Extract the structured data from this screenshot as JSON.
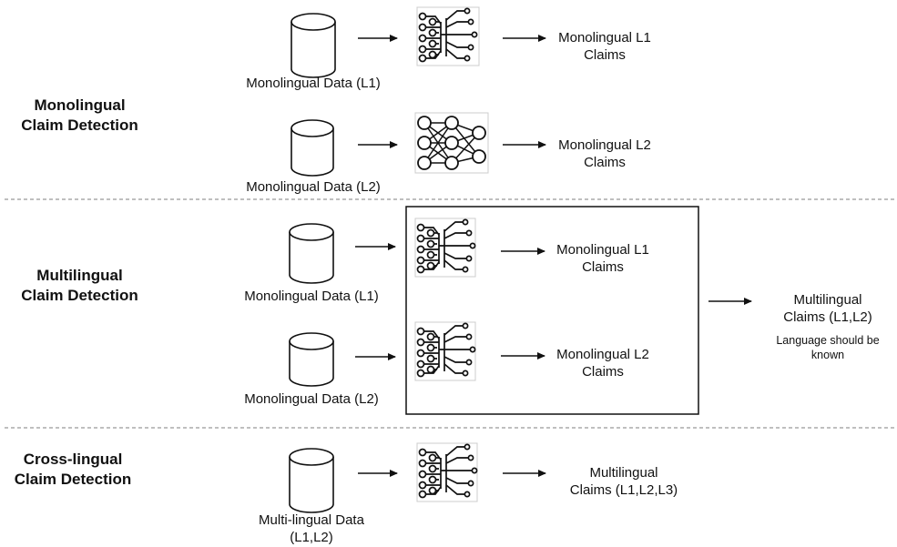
{
  "sections": {
    "monolingual": {
      "line1": "Monolingual",
      "line2": "Claim Detection"
    },
    "multilingual": {
      "line1": "Multilingual",
      "line2": "Claim Detection"
    },
    "crosslingual": {
      "line1": "Cross-lingual",
      "line2": "Claim Detection"
    }
  },
  "labels": {
    "mono_data_l1": "Monolingual Data (L1)",
    "mono_data_l2": "Monolingual Data (L2)",
    "multi_data_line1": "Multi-lingual Data",
    "multi_data_line2": "(L1,L2)",
    "mono_l1_claims_line1": "Monolingual L1",
    "mono_l1_claims_line2": "Claims",
    "mono_l2_claims_line1": "Monolingual L2",
    "mono_l2_claims_line2": "Claims",
    "multi_claims_l1l2_line1": "Multilingual",
    "multi_claims_l1l2_line2": "Claims (L1,L2)",
    "language_note_line1": "Language should be",
    "language_note_line2": "known",
    "multi_claims_l1l2l3_line1": "Multilingual",
    "multi_claims_l1l2l3_line2": "Claims (L1,L2,L3)"
  },
  "icons": {
    "database": "database-cylinder-icon",
    "circuit_network": "neural-circuit-icon",
    "dense_network": "neural-network-icon"
  },
  "colors": {
    "stroke": "#111111",
    "divider": "#999999",
    "background": "#ffffff"
  }
}
